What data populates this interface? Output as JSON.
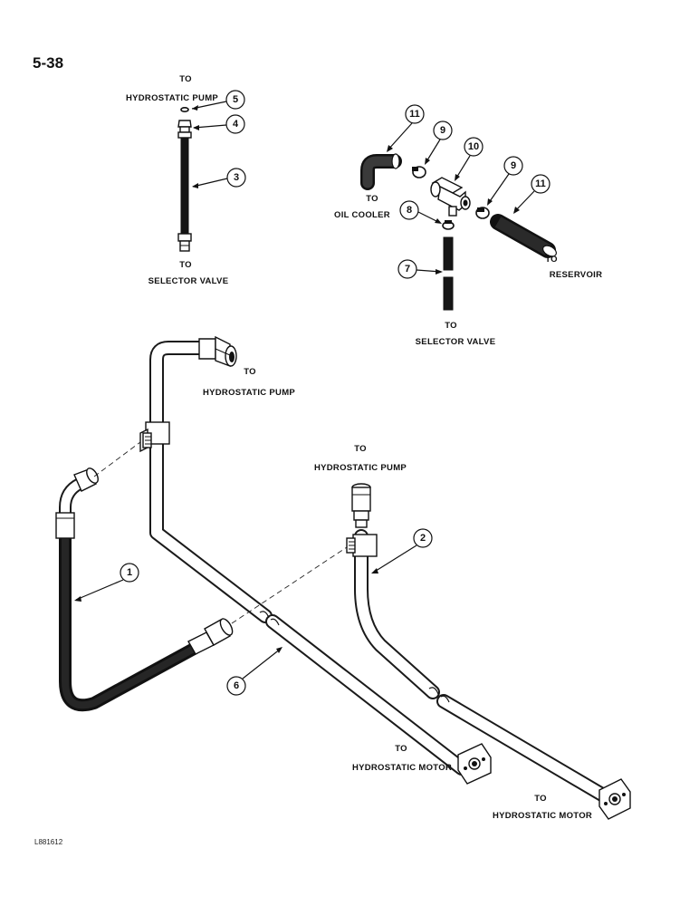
{
  "page_number": "5-38",
  "image_code": "L881612",
  "labels": {
    "top_to": "TO",
    "top_hydrostatic_pump": "HYDROSTATIC PUMP",
    "top_selector_to": "TO",
    "top_selector_valve": "SELECTOR VALVE",
    "oil_cooler_to": "TO",
    "oil_cooler": "OIL COOLER",
    "reservoir_to": "TO",
    "reservoir": "RESERVOIR",
    "mid_selector_to": "TO",
    "mid_selector_valve": "SELECTOR VALVE",
    "pump_a_to": "TO",
    "pump_a": "HYDROSTATIC PUMP",
    "pump_b_to": "TO",
    "pump_b": "HYDROSTATIC PUMP",
    "motor_a_to": "TO",
    "motor_a": "HYDROSTATIC MOTOR",
    "motor_b_to": "TO",
    "motor_b": "HYDROSTATIC MOTOR"
  },
  "callouts": {
    "c1": "1",
    "c2": "2",
    "c3": "3",
    "c4": "4",
    "c5": "5",
    "c6": "6",
    "c7": "7",
    "c8": "8",
    "c9a": "9",
    "c9b": "9",
    "c10": "10",
    "c11a": "11",
    "c11b": "11"
  }
}
